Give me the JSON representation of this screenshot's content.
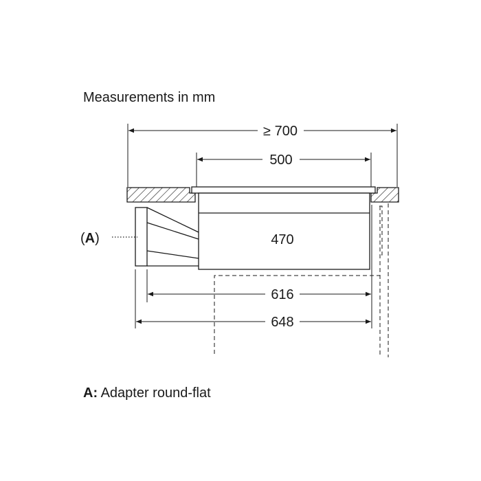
{
  "title": "Measurements in mm",
  "dimensions": {
    "min_cutout_width": "≥ 700",
    "hob_width": "500",
    "unit_width": "470",
    "depth_to_adapter": "616",
    "total_depth": "648"
  },
  "callout": {
    "open": "(",
    "letter": "A",
    "close": ")"
  },
  "legend": {
    "key": "A:",
    "text": " Adapter round-flat"
  },
  "colors": {
    "line": "#1a1a1a",
    "background": "#ffffff"
  }
}
